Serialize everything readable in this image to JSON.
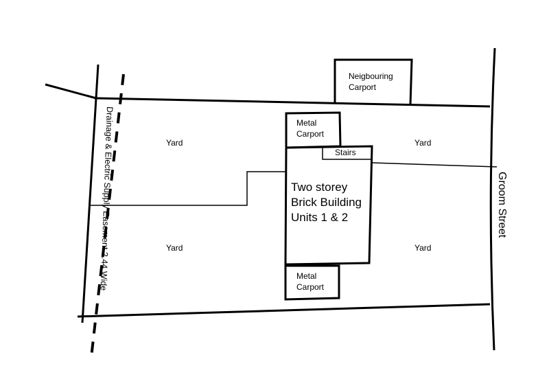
{
  "diagram": {
    "type": "site-plan",
    "labels": {
      "neighbouring_carport": [
        "Neigbouring",
        "Carport"
      ],
      "metal_carport_top": [
        "Metal",
        "Carport"
      ],
      "metal_carport_bottom": [
        "Metal",
        "Carport"
      ],
      "stairs": "Stairs",
      "building": [
        "Two storey",
        "Brick Building",
        "Units 1 & 2"
      ],
      "yard_top_left": "Yard",
      "yard_top_right": "Yard",
      "yard_bottom_left": "Yard",
      "yard_bottom_right": "Yard",
      "easement": "Drainage & Electric Supply Easement 2.44 Wide",
      "street": "Groom Street"
    },
    "colors": {
      "line": "#000000",
      "background": "#ffffff"
    }
  }
}
